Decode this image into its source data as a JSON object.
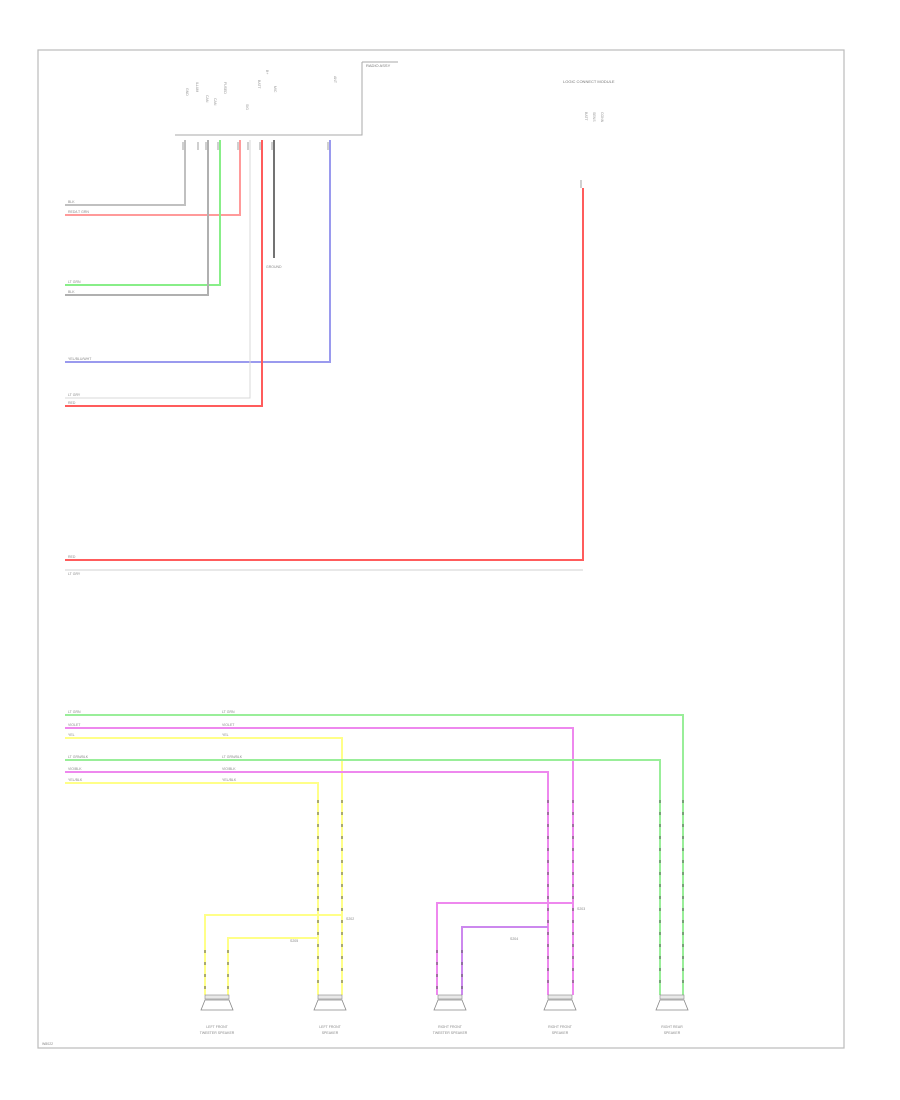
{
  "diagram": {
    "top_module_label": "RADIO ASSY",
    "right_module_label": "LOGIC CONNECT MODULE",
    "wire_colors": {
      "gray": "#b8b8b8",
      "pink": "#ff9a9a",
      "green": "#88ee88",
      "blue": "#9a9aee",
      "red": "#ff5c5c",
      "magenta": "#ee88ee",
      "yellow": "#ffff88",
      "black": "#444444"
    },
    "left_wire_labels": {
      "w1": "BLK",
      "w2": "RED/LT GRN",
      "w3": "LT GRN",
      "w4": "BLK",
      "w5": "YEL/BLU/WHT",
      "w6": "LT GRY",
      "w7": "RED",
      "w8": "RED",
      "w9": "LT GRY"
    },
    "speaker_wire_labels": {
      "s1": "LT GRN",
      "s2": "LT GRN",
      "s3": "VIOLET",
      "s4": "VIOLET",
      "s5": "YEL",
      "s6": "YEL",
      "s7": "LT GRN/BLK",
      "s8": "LT GRN/BLK",
      "s9": "VIO/BLK",
      "s10": "VIO/BLK",
      "s11": "YEL/BLK",
      "s12": "YEL/BLK"
    },
    "splice_labels": {
      "ground": "GROUND",
      "sp1": "S202",
      "sp2": "S203",
      "sp3": "S204",
      "sp4": "S205"
    },
    "speakers": [
      {
        "label_line1": "LEFT FRONT",
        "label_line2": "TWEETER SPEAKER"
      },
      {
        "label_line1": "LEFT FRONT",
        "label_line2": "SPEAKER"
      },
      {
        "label_line1": "RIGHT FRONT",
        "label_line2": "TWEETER SPEAKER"
      },
      {
        "label_line1": "RIGHT FRONT",
        "label_line2": "SPEAKER"
      },
      {
        "label_line1": "RIGHT REAR",
        "label_line2": "SPEAKER"
      }
    ],
    "footer_code": "W8022"
  }
}
